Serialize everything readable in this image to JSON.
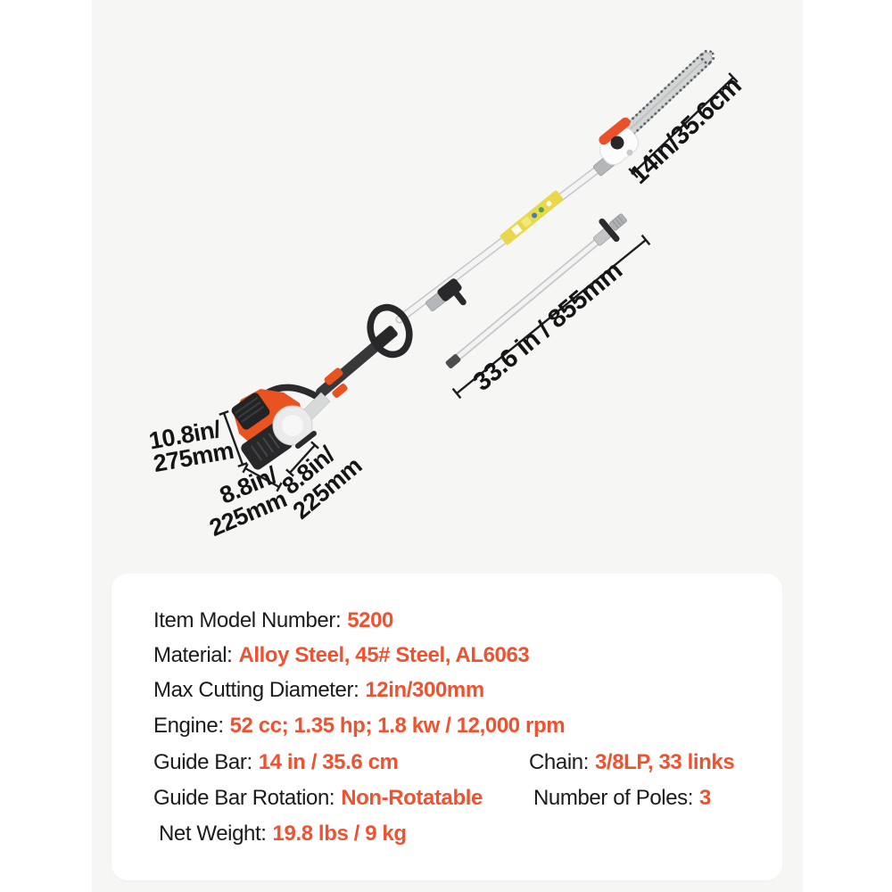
{
  "colors": {
    "canvas_bg": "#f6f6f5",
    "panel_bg": "#ffffff",
    "value_orange": "#f0522f",
    "engine_orange": "#e8531f",
    "text_black": "#1b1b1b"
  },
  "dims": {
    "bar": "14in/35.6cm",
    "pole": "33.6 in / 855mm",
    "height1": "10.8in/",
    "height2": "275mm",
    "width1": "8.8in/",
    "width2": "225mm",
    "depth1": "8.8in/",
    "depth2": "225mm"
  },
  "specs": {
    "rows": [
      {
        "label": "Item Model Number:",
        "value": "5200"
      },
      {
        "label": "Material:",
        "value": "Alloy Steel, 45# Steel, AL6063"
      },
      {
        "label": "Max Cutting Diameter:",
        "value": "12in/300mm"
      },
      {
        "label": "Engine:",
        "value": "52 cc; 1.35 hp; 1.8 kw / 12,000 rpm"
      },
      {
        "label": "Guide Bar:",
        "value": "14 in / 35.6 cm",
        "label2": "Chain:",
        "value2": "3/8LP, 33 links"
      },
      {
        "label": "Guide Bar Rotation:",
        "value": "Non-Rotatable",
        "label2": "Number of Poles:",
        "value2": "3"
      },
      {
        "label": "Net Weight:",
        "value": "19.8 lbs / 9 kg"
      }
    ]
  }
}
